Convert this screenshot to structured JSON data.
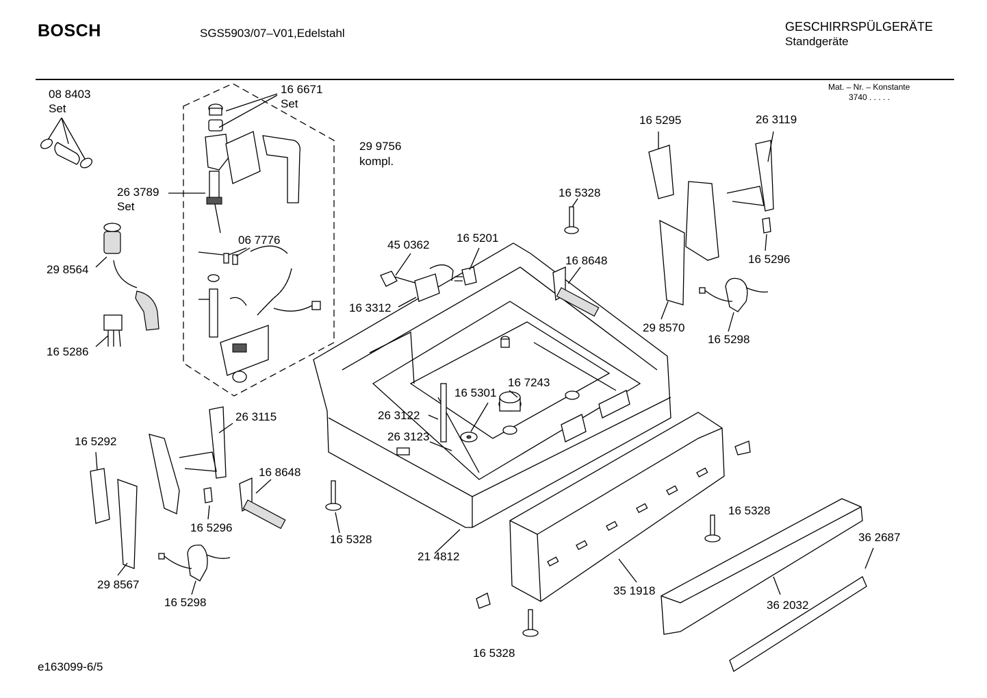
{
  "header": {
    "brand": "BOSCH",
    "model": "SGS5903/07–V01,Edelstahl",
    "category": "GESCHIRRSPÜLGERÄTE",
    "subcategory": "Standgeräte"
  },
  "material": {
    "label": "Mat. – Nr. – Konstante",
    "value": "3740 .   .   .   .   ."
  },
  "footer": {
    "ref": "e163099-6/5"
  },
  "callouts": {
    "c088403": "08 8403",
    "c088403_note": "Set",
    "c166671": "16 6671",
    "c166671_note": "Set",
    "c299756": "29 9756",
    "c299756_note": "kompl.",
    "c263789": "26 3789",
    "c263789_note": "Set",
    "c067776": "06 7776",
    "c298564": "29 8564",
    "c165286": "16 5286",
    "c450362": "45 0362",
    "c165201": "16 5201",
    "c163312": "16 3312",
    "c165328_top": "16 5328",
    "c168648_right": "16 8648",
    "c165295": "16 5295",
    "c263119": "26 3119",
    "c165296_right": "16 5296",
    "c298570": "29 8570",
    "c165298_right": "16 5298",
    "c167243": "16 7243",
    "c165301": "16 5301",
    "c263122": "26 3122",
    "c263123": "26 3123",
    "c263115": "26 3115",
    "c165292": "16 5292",
    "c168648_left": "16 8648",
    "c165296_left": "16 5296",
    "c298567": "29 8567",
    "c165298_left": "16 5298",
    "c165328_mid": "16 5328",
    "c214812": "21 4812",
    "c165328_right": "16 5328",
    "c351918": "35 1918",
    "c362687": "36 2687",
    "c362032": "36 2032",
    "c165328_bottom": "16 5328"
  }
}
